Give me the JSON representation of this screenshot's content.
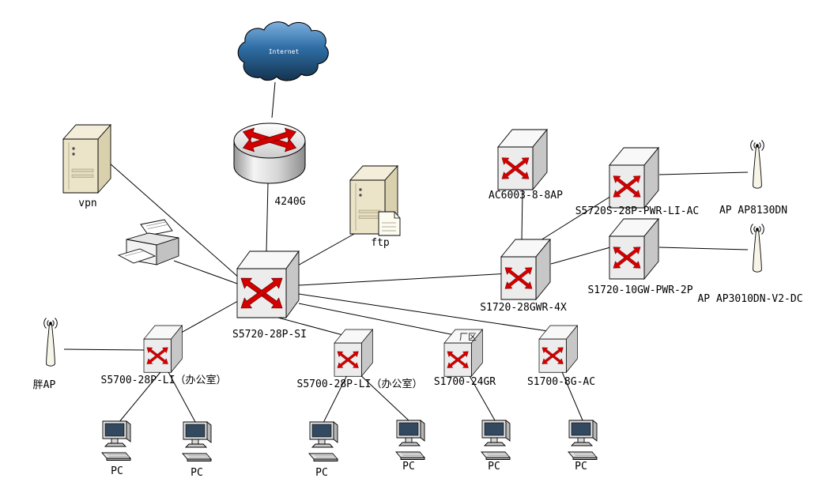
{
  "diagram": {
    "background": "#ffffff",
    "accent_red": "#d40000",
    "cloud_color": "#2e6da4",
    "nodes": {
      "internet": {
        "label": "Internet",
        "type": "cloud"
      },
      "router": {
        "label": "4240G",
        "type": "router"
      },
      "vpn_server": {
        "label": "vpn",
        "type": "server"
      },
      "ftp_server": {
        "label": "ftp",
        "type": "server"
      },
      "printer": {
        "type": "printer"
      },
      "core_switch": {
        "label": "S5720-28P-SI",
        "type": "switch"
      },
      "wireless_controller": {
        "label": "AC6003-8-8AP",
        "type": "switch"
      },
      "poe_switch_1": {
        "label": "S5720S-28P-PWR-LI-AC",
        "type": "switch"
      },
      "ap_1": {
        "label": "AP AP8130DN",
        "type": "access-point"
      },
      "agg_switch": {
        "label": "S1720-28GWR-4X",
        "type": "switch"
      },
      "poe_switch_2": {
        "label": "S1720-10GW-PWR-2P",
        "type": "switch"
      },
      "ap_2": {
        "label": "AP AP3010DN-V2-DC",
        "type": "access-point"
      },
      "fat_ap": {
        "label": "胖AP",
        "type": "access-point"
      },
      "office_switch_1": {
        "label": "S5700-28P-LI（办公室）",
        "type": "switch"
      },
      "office_switch_2": {
        "label": "S5700-28P-LI（办公室）",
        "type": "switch"
      },
      "factory_switch": {
        "label": "S1700-24GR",
        "area_tag": "厂区",
        "type": "switch"
      },
      "access_switch": {
        "label": "S1700-8G-AC",
        "type": "switch"
      },
      "pc_1": {
        "label": "PC",
        "type": "pc"
      },
      "pc_2": {
        "label": "PC",
        "type": "pc"
      },
      "pc_3": {
        "label": "PC",
        "type": "pc"
      },
      "pc_4": {
        "label": "PC",
        "type": "pc"
      },
      "pc_5": {
        "label": "PC",
        "type": "pc"
      },
      "pc_6": {
        "label": "PC",
        "type": "pc"
      }
    },
    "links": [
      {
        "from": "internet",
        "to": "router"
      },
      {
        "from": "router",
        "to": "core_switch"
      },
      {
        "from": "vpn_server",
        "to": "core_switch"
      },
      {
        "from": "printer",
        "to": "core_switch"
      },
      {
        "from": "ftp_server",
        "to": "core_switch"
      },
      {
        "from": "core_switch",
        "to": "agg_switch"
      },
      {
        "from": "wireless_controller",
        "to": "agg_switch"
      },
      {
        "from": "agg_switch",
        "to": "poe_switch_1"
      },
      {
        "from": "agg_switch",
        "to": "poe_switch_2"
      },
      {
        "from": "poe_switch_1",
        "to": "ap_1"
      },
      {
        "from": "poe_switch_2",
        "to": "ap_2"
      },
      {
        "from": "core_switch",
        "to": "office_switch_1"
      },
      {
        "from": "core_switch",
        "to": "office_switch_2"
      },
      {
        "from": "core_switch",
        "to": "factory_switch"
      },
      {
        "from": "core_switch",
        "to": "access_switch"
      },
      {
        "from": "fat_ap",
        "to": "office_switch_1"
      },
      {
        "from": "office_switch_1",
        "to": "pc_1"
      },
      {
        "from": "office_switch_1",
        "to": "pc_2"
      },
      {
        "from": "office_switch_2",
        "to": "pc_3"
      },
      {
        "from": "office_switch_2",
        "to": "pc_4"
      },
      {
        "from": "factory_switch",
        "to": "pc_5"
      },
      {
        "from": "access_switch",
        "to": "pc_6"
      }
    ]
  }
}
